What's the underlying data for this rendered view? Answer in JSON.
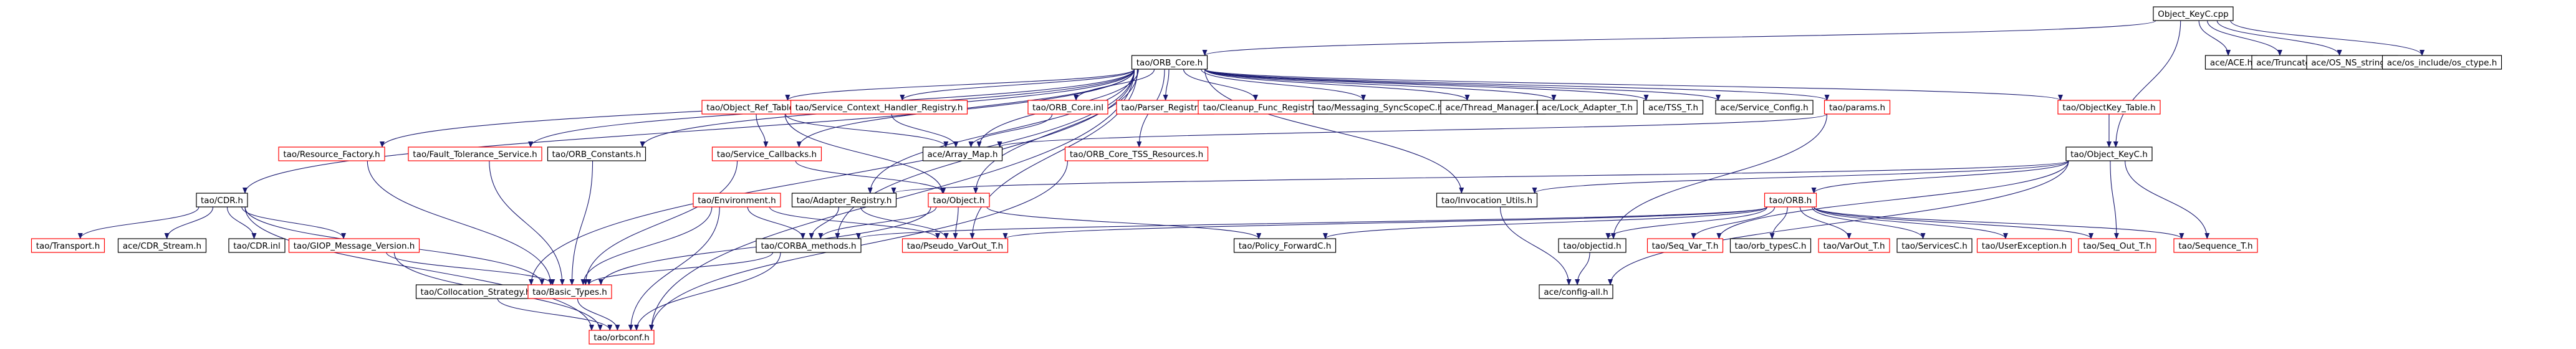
{
  "title": "Object_KeyC.cpp include dependency graph",
  "colors": {
    "edge": "#191970",
    "root_fill": "#c0c0c0",
    "node_border_black": "#000000",
    "node_border_red": "#ff0000",
    "text": "#000000"
  },
  "nodes": [
    {
      "id": "root",
      "label": "Object_KeyC.cpp",
      "border": "black",
      "root": true
    },
    {
      "id": "orb_core",
      "label": "tao/ORB_Core.h",
      "border": "black"
    },
    {
      "id": "ace_ace",
      "label": "ace/ACE.h",
      "border": "black"
    },
    {
      "id": "ace_truncate",
      "label": "ace/Truncate.h",
      "border": "black"
    },
    {
      "id": "ace_os_ns_string",
      "label": "ace/OS_NS_string.h",
      "border": "black"
    },
    {
      "id": "ace_os_ctype",
      "label": "ace/os_include/os_ctype.h",
      "border": "black"
    },
    {
      "id": "cdr",
      "label": "tao/CDR.h",
      "border": "black"
    },
    {
      "id": "resource_factory",
      "label": "tao/Resource_Factory.h",
      "border": "red"
    },
    {
      "id": "fault_tolerance",
      "label": "tao/Fault_Tolerance_Service.h",
      "border": "red"
    },
    {
      "id": "orb_constants",
      "label": "tao/ORB_Constants.h",
      "border": "black"
    },
    {
      "id": "object_ref_table",
      "label": "tao/Object_Ref_Table.h",
      "border": "red"
    },
    {
      "id": "service_ctx_handler",
      "label": "tao/Service_Context_Handler_Registry.h",
      "border": "red"
    },
    {
      "id": "orb_core_inl",
      "label": "tao/ORB_Core.inl",
      "border": "red"
    },
    {
      "id": "parser_registry",
      "label": "tao/Parser_Registry.h",
      "border": "red"
    },
    {
      "id": "cleanup_func",
      "label": "tao/Cleanup_Func_Registry.h",
      "border": "red"
    },
    {
      "id": "messaging_syncscope",
      "label": "tao/Messaging_SyncScopeC.h",
      "border": "black"
    },
    {
      "id": "ace_thread_manager",
      "label": "ace/Thread_Manager.h",
      "border": "black"
    },
    {
      "id": "ace_lock_adapter",
      "label": "ace/Lock_Adapter_T.h",
      "border": "black"
    },
    {
      "id": "ace_tss",
      "label": "ace/TSS_T.h",
      "border": "black"
    },
    {
      "id": "ace_service_config",
      "label": "ace/Service_Config.h",
      "border": "black"
    },
    {
      "id": "params",
      "label": "tao/params.h",
      "border": "red"
    },
    {
      "id": "objectkey_table",
      "label": "tao/ObjectKey_Table.h",
      "border": "red"
    },
    {
      "id": "ace_array_map",
      "label": "ace/Array_Map.h",
      "border": "black"
    },
    {
      "id": "service_callbacks",
      "label": "tao/Service_Callbacks.h",
      "border": "red"
    },
    {
      "id": "orb_core_tss",
      "label": "tao/ORB_Core_TSS_Resources.h",
      "border": "red"
    },
    {
      "id": "object_keyc",
      "label": "tao/Object_KeyC.h",
      "border": "black"
    },
    {
      "id": "transport",
      "label": "tao/Transport.h",
      "border": "red"
    },
    {
      "id": "ace_cdr_stream",
      "label": "ace/CDR_Stream.h",
      "border": "black"
    },
    {
      "id": "cdr_inl",
      "label": "tao/CDR.inl",
      "border": "black"
    },
    {
      "id": "giop_msg_version",
      "label": "tao/GIOP_Message_Version.h",
      "border": "red"
    },
    {
      "id": "environment",
      "label": "tao/Environment.h",
      "border": "red"
    },
    {
      "id": "adapter_registry",
      "label": "tao/Adapter_Registry.h",
      "border": "black"
    },
    {
      "id": "object",
      "label": "tao/Object.h",
      "border": "red"
    },
    {
      "id": "invocation_utils",
      "label": "tao/Invocation_Utils.h",
      "border": "black"
    },
    {
      "id": "orb",
      "label": "tao/ORB.h",
      "border": "red"
    },
    {
      "id": "corba_methods",
      "label": "tao/CORBA_methods.h",
      "border": "black"
    },
    {
      "id": "pseudo_varout",
      "label": "tao/Pseudo_VarOut_T.h",
      "border": "red"
    },
    {
      "id": "policy_forwardc",
      "label": "tao/Policy_ForwardC.h",
      "border": "black"
    },
    {
      "id": "objectid",
      "label": "tao/objectid.h",
      "border": "black"
    },
    {
      "id": "seq_var",
      "label": "tao/Seq_Var_T.h",
      "border": "red"
    },
    {
      "id": "orb_typesc",
      "label": "tao/orb_typesC.h",
      "border": "black"
    },
    {
      "id": "varout",
      "label": "tao/VarOut_T.h",
      "border": "red"
    },
    {
      "id": "servicesc",
      "label": "tao/ServicesC.h",
      "border": "black"
    },
    {
      "id": "userexception",
      "label": "tao/UserException.h",
      "border": "red"
    },
    {
      "id": "seq_out",
      "label": "tao/Seq_Out_T.h",
      "border": "red"
    },
    {
      "id": "sequence_t",
      "label": "tao/Sequence_T.h",
      "border": "red"
    },
    {
      "id": "collocation_strategy",
      "label": "tao/Collocation_Strategy.h",
      "border": "black"
    },
    {
      "id": "basic_types",
      "label": "tao/Basic_Types.h",
      "border": "red"
    },
    {
      "id": "ace_config_all",
      "label": "ace/config-all.h",
      "border": "black"
    },
    {
      "id": "orbconf",
      "label": "tao/orbconf.h",
      "border": "red"
    }
  ],
  "edges": [
    [
      "root",
      "orb_core"
    ],
    [
      "root",
      "ace_ace"
    ],
    [
      "root",
      "ace_truncate"
    ],
    [
      "root",
      "ace_os_ns_string"
    ],
    [
      "root",
      "ace_os_ctype"
    ],
    [
      "root",
      "object_keyc"
    ],
    [
      "orb_core",
      "cdr"
    ],
    [
      "orb_core",
      "resource_factory"
    ],
    [
      "orb_core",
      "fault_tolerance"
    ],
    [
      "orb_core",
      "orb_constants"
    ],
    [
      "orb_core",
      "object_ref_table"
    ],
    [
      "orb_core",
      "service_ctx_handler"
    ],
    [
      "orb_core",
      "orb_core_inl"
    ],
    [
      "orb_core",
      "parser_registry"
    ],
    [
      "orb_core",
      "cleanup_func"
    ],
    [
      "orb_core",
      "messaging_syncscope"
    ],
    [
      "orb_core",
      "ace_thread_manager"
    ],
    [
      "orb_core",
      "ace_lock_adapter"
    ],
    [
      "orb_core",
      "ace_tss"
    ],
    [
      "orb_core",
      "ace_service_config"
    ],
    [
      "orb_core",
      "params"
    ],
    [
      "orb_core",
      "objectkey_table"
    ],
    [
      "orb_core",
      "ace_array_map"
    ],
    [
      "orb_core",
      "service_callbacks"
    ],
    [
      "orb_core",
      "orb_core_tss"
    ],
    [
      "orb_core",
      "object"
    ],
    [
      "orb_core",
      "invocation_utils"
    ],
    [
      "orb_core",
      "adapter_registry"
    ],
    [
      "orb_core",
      "collocation_strategy"
    ],
    [
      "orb_core",
      "orbconf"
    ],
    [
      "orb_core",
      "corba_methods"
    ],
    [
      "orb_core",
      "pseudo_varout"
    ],
    [
      "object_ref_table",
      "ace_array_map"
    ],
    [
      "object_ref_table",
      "object"
    ],
    [
      "object_ref_table",
      "service_callbacks"
    ],
    [
      "service_ctx_handler",
      "ace_array_map"
    ],
    [
      "orb_core_inl",
      "ace_array_map"
    ],
    [
      "params",
      "ace_array_map"
    ],
    [
      "params",
      "objectid"
    ],
    [
      "objectkey_table",
      "object_keyc"
    ],
    [
      "cdr",
      "transport"
    ],
    [
      "cdr",
      "ace_cdr_stream"
    ],
    [
      "cdr",
      "cdr_inl"
    ],
    [
      "cdr",
      "giop_msg_version"
    ],
    [
      "cdr",
      "basic_types"
    ],
    [
      "cdr",
      "orbconf"
    ],
    [
      "resource_factory",
      "basic_types"
    ],
    [
      "fault_tolerance",
      "basic_types"
    ],
    [
      "orb_constants",
      "basic_types"
    ],
    [
      "service_callbacks",
      "basic_types"
    ],
    [
      "service_callbacks",
      "object"
    ],
    [
      "orb_core_tss",
      "orbconf"
    ],
    [
      "object_keyc",
      "invocation_utils"
    ],
    [
      "object_keyc",
      "orb"
    ],
    [
      "object_keyc",
      "seq_var"
    ],
    [
      "object_keyc",
      "seq_out"
    ],
    [
      "object_keyc",
      "sequence_t"
    ],
    [
      "object_keyc",
      "adapter_registry"
    ],
    [
      "object_keyc",
      "ace_config_all"
    ],
    [
      "giop_msg_version",
      "basic_types"
    ],
    [
      "giop_msg_version",
      "orbconf"
    ],
    [
      "environment",
      "corba_methods"
    ],
    [
      "environment",
      "pseudo_varout"
    ],
    [
      "environment",
      "basic_types"
    ],
    [
      "environment",
      "orbconf"
    ],
    [
      "adapter_registry",
      "corba_methods"
    ],
    [
      "adapter_registry",
      "pseudo_varout"
    ],
    [
      "object",
      "corba_methods"
    ],
    [
      "object",
      "pseudo_varout"
    ],
    [
      "object",
      "policy_forwardc"
    ],
    [
      "object",
      "basic_types"
    ],
    [
      "invocation_utils",
      "ace_config_all"
    ],
    [
      "orb",
      "corba_methods"
    ],
    [
      "orb",
      "pseudo_varout"
    ],
    [
      "orb",
      "policy_forwardc"
    ],
    [
      "orb",
      "objectid"
    ],
    [
      "orb",
      "seq_var"
    ],
    [
      "orb",
      "orb_typesc"
    ],
    [
      "orb",
      "varout"
    ],
    [
      "orb",
      "servicesc"
    ],
    [
      "orb",
      "userexception"
    ],
    [
      "orb",
      "seq_out"
    ],
    [
      "orb",
      "sequence_t"
    ],
    [
      "corba_methods",
      "basic_types"
    ],
    [
      "corba_methods",
      "orbconf"
    ],
    [
      "objectid",
      "ace_config_all"
    ],
    [
      "collocation_strategy",
      "orbconf"
    ],
    [
      "basic_types",
      "orbconf"
    ]
  ]
}
